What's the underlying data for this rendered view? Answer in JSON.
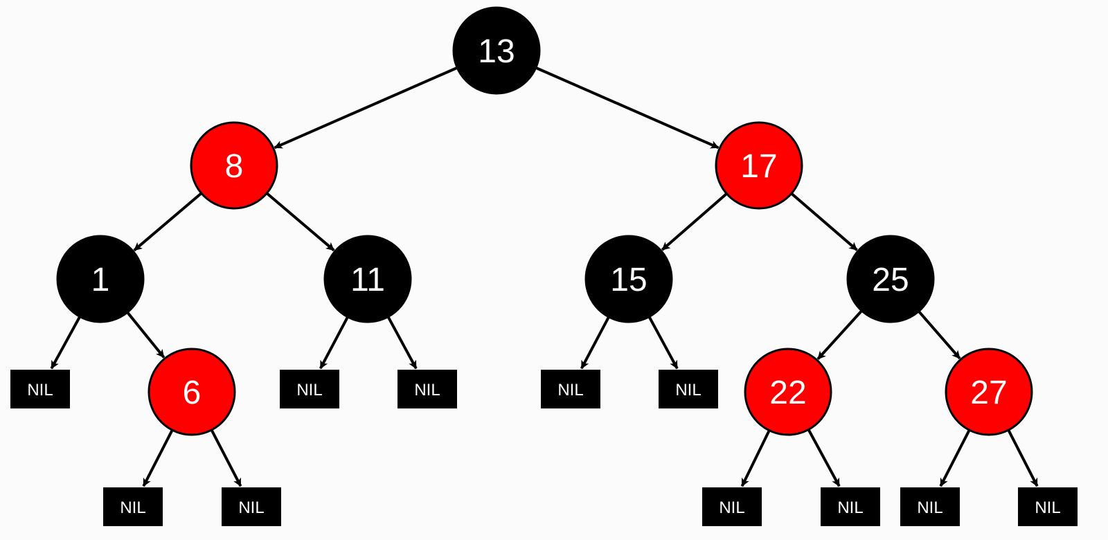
{
  "colors": {
    "red": "#ff0000",
    "black": "#000000",
    "text": "#ffffff",
    "edge": "#000000"
  },
  "tree": {
    "nodes": [
      {
        "id": "n13",
        "label": "13",
        "color": "black"
      },
      {
        "id": "n8",
        "label": "8",
        "color": "red"
      },
      {
        "id": "n17",
        "label": "17",
        "color": "red"
      },
      {
        "id": "n1",
        "label": "1",
        "color": "black"
      },
      {
        "id": "n11",
        "label": "11",
        "color": "black"
      },
      {
        "id": "n15",
        "label": "15",
        "color": "black"
      },
      {
        "id": "n25",
        "label": "25",
        "color": "black"
      },
      {
        "id": "n6",
        "label": "6",
        "color": "red"
      },
      {
        "id": "n22",
        "label": "22",
        "color": "red"
      },
      {
        "id": "n27",
        "label": "27",
        "color": "red"
      }
    ],
    "leaves": [
      {
        "id": "nil1",
        "label": "NIL"
      },
      {
        "id": "nil6a",
        "label": "NIL"
      },
      {
        "id": "nil6b",
        "label": "NIL"
      },
      {
        "id": "nil11a",
        "label": "NIL"
      },
      {
        "id": "nil11b",
        "label": "NIL"
      },
      {
        "id": "nil15a",
        "label": "NIL"
      },
      {
        "id": "nil15b",
        "label": "NIL"
      },
      {
        "id": "nil22a",
        "label": "NIL"
      },
      {
        "id": "nil22b",
        "label": "NIL"
      },
      {
        "id": "nil27a",
        "label": "NIL"
      },
      {
        "id": "nil27b",
        "label": "NIL"
      }
    ],
    "edges": [
      [
        "n13",
        "n8"
      ],
      [
        "n13",
        "n17"
      ],
      [
        "n8",
        "n1"
      ],
      [
        "n8",
        "n11"
      ],
      [
        "n17",
        "n15"
      ],
      [
        "n17",
        "n25"
      ],
      [
        "n1",
        "nil1"
      ],
      [
        "n1",
        "n6"
      ],
      [
        "n6",
        "nil6a"
      ],
      [
        "n6",
        "nil6b"
      ],
      [
        "n11",
        "nil11a"
      ],
      [
        "n11",
        "nil11b"
      ],
      [
        "n15",
        "nil15a"
      ],
      [
        "n15",
        "nil15b"
      ],
      [
        "n25",
        "n22"
      ],
      [
        "n25",
        "n27"
      ],
      [
        "n22",
        "nil22a"
      ],
      [
        "n22",
        "nil22b"
      ],
      [
        "n27",
        "nil27a"
      ],
      [
        "n27",
        "nil27b"
      ]
    ]
  }
}
